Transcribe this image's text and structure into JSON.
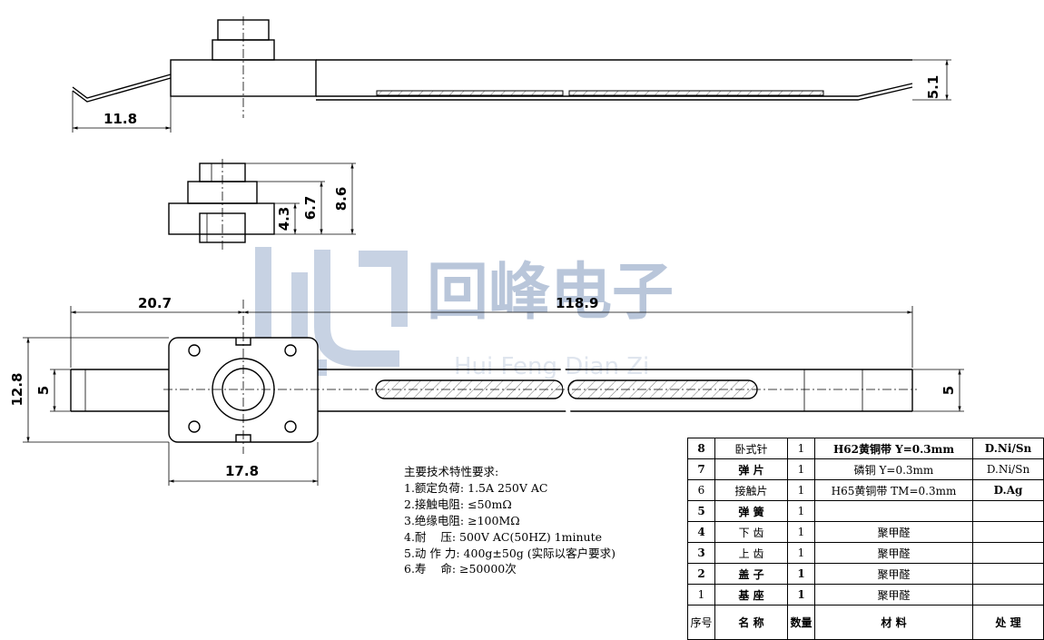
{
  "dims": {
    "top_left": "11.8",
    "top_right": "5.1",
    "side_a": "4.3",
    "side_b": "6.7",
    "side_c": "8.6",
    "plan_left": "20.7",
    "plan_length": "118.9",
    "plan_height": "12.8",
    "plan_slot_left": "5",
    "plan_slot_right": "5",
    "plan_width": "17.8"
  },
  "watermark": {
    "title": "回峰电子",
    "pinyin": "Hui Feng Dian Zi"
  },
  "specs": {
    "heading": "主要技术特性要求:",
    "lines": [
      "1.额定负荷: 1.5A 250V AC",
      "2.接触电阻: ≤50mΩ",
      "3.绝缘电阻: ≥100MΩ",
      "4.耐    压: 500V AC(50HZ) 1minute",
      "5.动 作 力: 400g±50g (实际以客户要求)",
      "6.寿    命: ≥50000次"
    ]
  },
  "bom": {
    "rows": [
      [
        "8",
        "卧式针",
        "1",
        "H62黄铜带 Y=0.3mm",
        "D.Ni/Sn"
      ],
      [
        "7",
        "弹 片",
        "1",
        "磷铜 Y=0.3mm",
        "D.Ni/Sn"
      ],
      [
        "6",
        "接触片",
        "1",
        "H65黄铜带 TM=0.3mm",
        "D.Ag"
      ],
      [
        "5",
        "弹 簧",
        "1",
        "",
        ""
      ],
      [
        "4",
        "下 齿",
        "1",
        "聚甲醛",
        ""
      ],
      [
        "3",
        "上 齿",
        "1",
        "聚甲醛",
        ""
      ],
      [
        "2",
        "盖 子",
        "1",
        "聚甲醛",
        ""
      ],
      [
        "1",
        "基 座",
        "1",
        "聚甲醛",
        ""
      ]
    ],
    "header": [
      "序号",
      "名 称",
      "数量",
      "材  料",
      "处  理"
    ]
  }
}
